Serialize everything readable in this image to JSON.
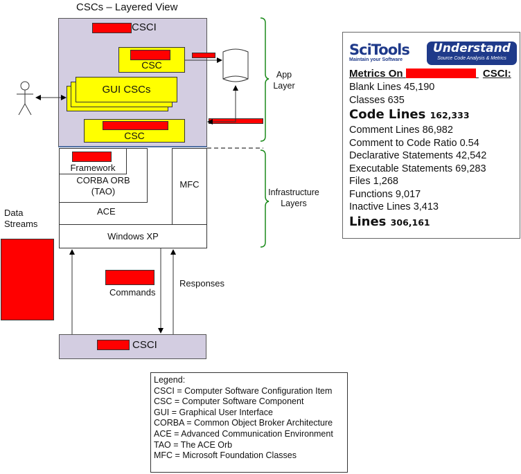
{
  "title": "CSCs – Layered View",
  "app_csci": {
    "label": "CSCI",
    "redacted": true
  },
  "components": {
    "top_csc": {
      "label": "CSC",
      "redacted_name": true
    },
    "gui_cscs": {
      "label": "GUI CSCs"
    },
    "bottom_csc": {
      "label": "CSC",
      "redacted_name": true
    },
    "database": {
      "icon": "database-cylinder-icon"
    },
    "actor": {
      "icon": "stick-figure-user-icon"
    }
  },
  "connector_labels": {
    "to_database": {
      "redacted": true
    },
    "configuration": {
      "redacted": true
    },
    "commands": {
      "label": "Commands",
      "redacted_prefix": true
    },
    "responses": {
      "label": "Responses"
    },
    "data_streams": {
      "label_lines": [
        "Data",
        "Streams"
      ],
      "redacted_block": true
    }
  },
  "infrastructure": {
    "framework": {
      "label": "Framework",
      "redacted_name": true
    },
    "corba": {
      "line1": "CORBA ORB",
      "line2": "(TAO)"
    },
    "ace": {
      "label": "ACE"
    },
    "mfc": {
      "label": "MFC"
    },
    "windows": {
      "label": "Windows XP"
    }
  },
  "external_csci": {
    "label": "CSCI",
    "redacted": true
  },
  "braces": {
    "app": {
      "line1": "App",
      "line2": "Layer"
    },
    "infra": {
      "line1": "Infrastructure",
      "line2": "Layers"
    }
  },
  "metrics": {
    "logos": {
      "scitools": "SciTools",
      "scitools_tagline": "Maintain your Software",
      "understand": "Understand",
      "understand_tagline": "Source Code Analysis & Metrics"
    },
    "heading_prefix": "Metrics On",
    "heading_suffix": "CSCI:",
    "items": [
      {
        "label": "Blank Lines",
        "value": "45,190",
        "emphasis": false
      },
      {
        "label": "Classes",
        "value": "635",
        "emphasis": false
      },
      {
        "label": "Code Lines",
        "value": "162,333",
        "emphasis": true
      },
      {
        "label": "Comment Lines",
        "value": "86,982",
        "emphasis": false
      },
      {
        "label": "Comment to Code Ratio",
        "value": "0.54",
        "emphasis": false
      },
      {
        "label": "Declarative Statements",
        "value": "42,542",
        "emphasis": false
      },
      {
        "label": "Executable Statements",
        "value": "69,283",
        "emphasis": false
      },
      {
        "label": "Files",
        "value": "1,268",
        "emphasis": false
      },
      {
        "label": "Functions",
        "value": "9,017",
        "emphasis": false
      },
      {
        "label": "Inactive Lines",
        "value": "3,413",
        "emphasis": false
      },
      {
        "label": "Lines",
        "value": "306,161",
        "emphasis": true
      }
    ]
  },
  "legend": {
    "title": "Legend:",
    "entries": [
      "CSCI = Computer Software Configuration Item",
      "CSC = Computer Software Component",
      "GUI = Graphical User Interface",
      "CORBA = Common Object Broker Architecture",
      "ACE = Advanced Communication Environment",
      "TAO = The ACE Orb",
      "MFC = Microsoft Foundation Classes"
    ]
  },
  "colors": {
    "csci_fill": "#d3cde1",
    "csc_fill": "#ffff00",
    "redaction": "#ff0000",
    "brace": "#1a8a1a",
    "understand_blue": "#1f3a8a"
  }
}
